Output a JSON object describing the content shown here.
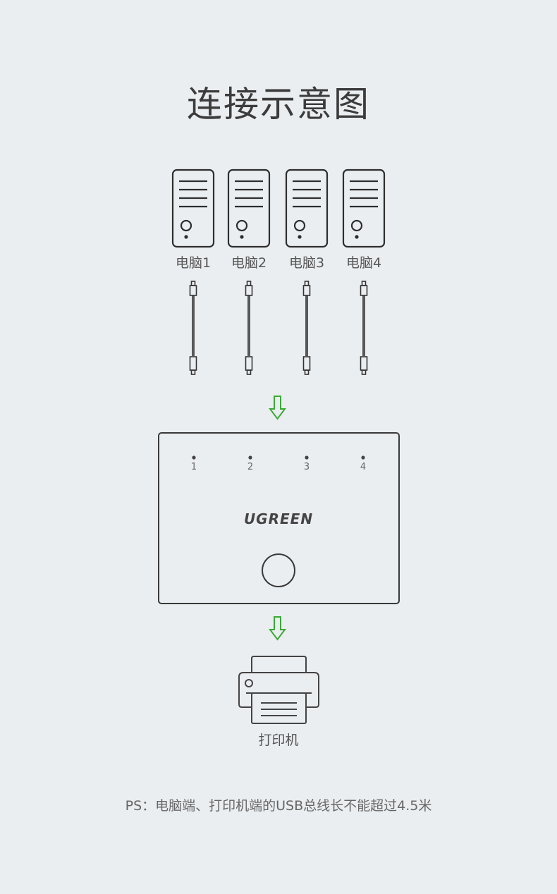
{
  "title": "连接示意图",
  "computers": [
    {
      "label": "电脑1"
    },
    {
      "label": "电脑2"
    },
    {
      "label": "电脑3"
    },
    {
      "label": "电脑4"
    }
  ],
  "switch": {
    "ports": [
      "1",
      "2",
      "3",
      "4"
    ],
    "brand": "UGREEN"
  },
  "printer": {
    "label": "打印机"
  },
  "note": "PS：电脑端、打印机端的USB总线长不能超过4.5米",
  "colors": {
    "background": "#ebeef1",
    "arrow": "#3aaa35",
    "stroke": "#3a3a3a"
  }
}
